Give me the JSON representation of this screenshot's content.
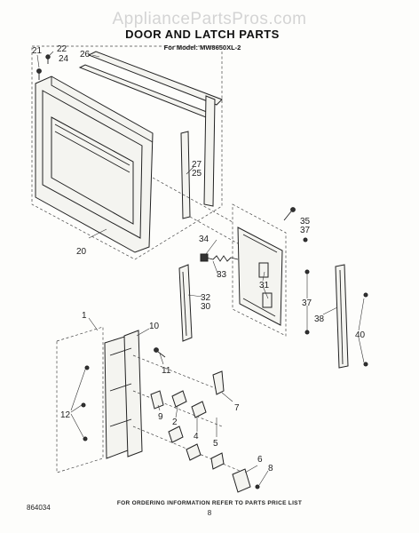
{
  "watermark": "AppliancePartsPros.com",
  "title": "DOOR AND LATCH PARTS",
  "subtitle": "For Model: MW8650XL-2",
  "callouts": [
    "21",
    "22",
    "24",
    "26",
    "27",
    "25",
    "20",
    "35",
    "37",
    "34",
    "33",
    "31",
    "32",
    "30",
    "37",
    "38",
    "40",
    "1",
    "10",
    "11",
    "12",
    "9",
    "7",
    "2",
    "4",
    "5",
    "6",
    "8"
  ],
  "footer_note": "FOR ORDERING INFORMATION REFER TO PARTS PRICE LIST",
  "page_number": "8",
  "doc_code": "864034"
}
